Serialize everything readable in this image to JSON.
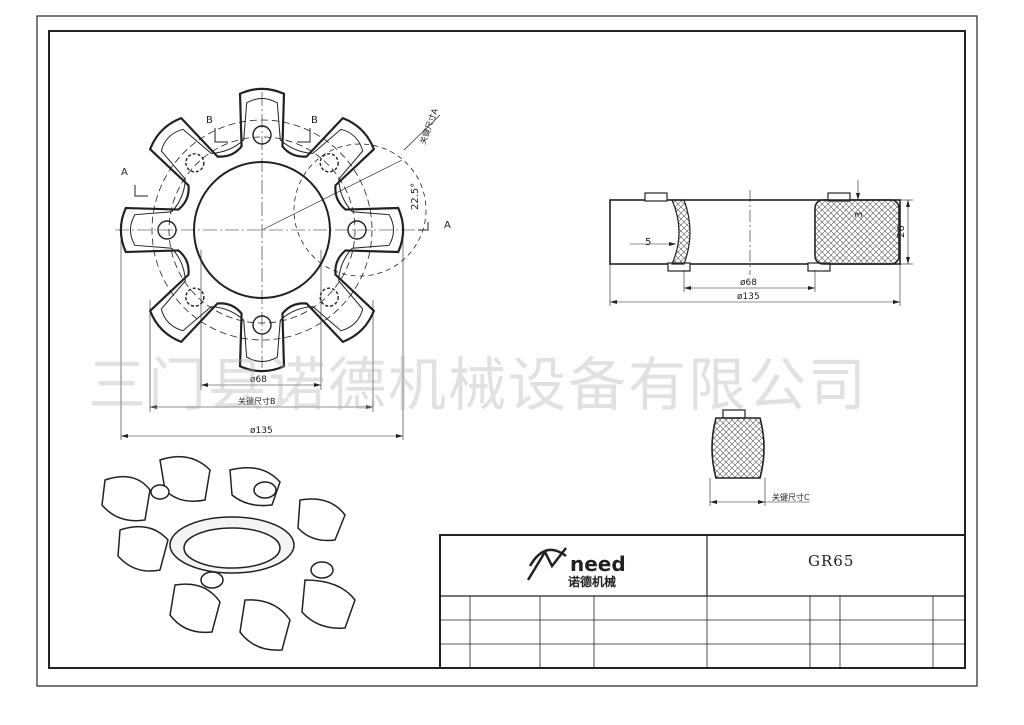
{
  "front_view": {
    "label_b_left": "B",
    "label_b_right": "B",
    "label_a_left": "A",
    "label_a_right": "A",
    "key_dim_a": "关键尺寸A",
    "angle": "22.5°",
    "dia_inner": "ø68",
    "key_dim_b": "关键尺寸B",
    "dia_outer": "ø135"
  },
  "side_view": {
    "dim_5": "5",
    "dim_3": "3",
    "dim_26": "26",
    "dia_inner": "ø68",
    "dia_outer": "ø135"
  },
  "section_c": {
    "key_dim_c": "关键尺寸C"
  },
  "watermark": "三门县诺德机械设备有限公司",
  "title_block": {
    "logo_word": "need",
    "logo_cn": "诺德机械",
    "model": "GR65"
  }
}
